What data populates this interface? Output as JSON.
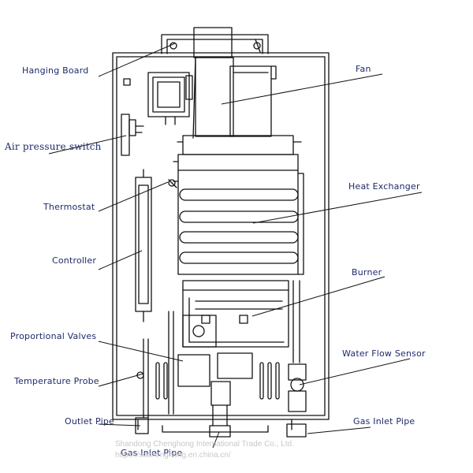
{
  "labels": {
    "hanging_board": "Hanging  Board",
    "air_pressure_switch": "Air pressure switch",
    "thermostat": "Thermostat",
    "controller": "Controller",
    "proportional_valves": "Proportional Valves",
    "temperature_probe": "Temperature Probe",
    "outlet_pipe": "Outlet Pipe",
    "gas_inlet_pipe_bottom": "Gas Inlet Pipe",
    "fan": "Fan",
    "heat_exchanger": "Heat Exchanger",
    "burner": "Burner",
    "water_flow_sensor": "Water Flow Sensor",
    "gas_inlet_pipe_right": "Gas Inlet Pipe"
  },
  "watermark": {
    "line1": "Shandong Chenghong International Trade Co., Ltd.",
    "line2": "https://sdchenghong.en.china.cn/"
  }
}
